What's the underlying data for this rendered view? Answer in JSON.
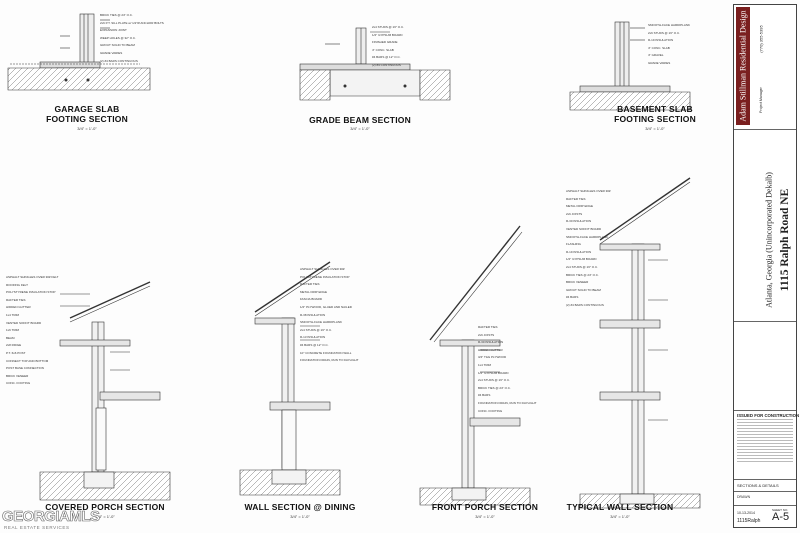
{
  "sections": [
    {
      "id": "garage",
      "title_line1": "GARAGE SLAB",
      "title_line2": "FOOTING SECTION",
      "scale": "3/4\" = 1'-0\""
    },
    {
      "id": "grade",
      "title_line1": "GRADE BEAM SECTION",
      "title_line2": "",
      "scale": "3/4\" = 1'-0\""
    },
    {
      "id": "basement",
      "title_line1": "BASEMENT SLAB",
      "title_line2": "FOOTING SECTION",
      "scale": "3/4\" = 1'-0\""
    },
    {
      "id": "covered",
      "title_line1": "COVERED PORCH SECTION",
      "title_line2": "",
      "scale": "3/4\" = 1'-0\""
    },
    {
      "id": "wall",
      "title_line1": "WALL SECTION @ DINING",
      "title_line2": "",
      "scale": "3/4\" = 1'-0\""
    },
    {
      "id": "front",
      "title_line1": "FRONT PORCH SECTION",
      "title_line2": "",
      "scale": "3/4\" = 1'-0\""
    },
    {
      "id": "typical",
      "title_line1": "TYPICAL WALL SECTION",
      "title_line2": "",
      "scale": "3/4\" = 1'-0\""
    }
  ],
  "notes": {
    "garage": [
      "BRICK TIES @ 24\" O.C.",
      "2x6 P.T. SILL PLATE w/ 1/2\"Ø ANCHOR BOLTS",
      "EXPANSION JOINT",
      "WEEP HOLES @ 32\" O.C.",
      "GROUT SOLID TO BEAM",
      "GRADE VARIES",
      "(2) #4 BARS CONTINUOUS"
    ],
    "grade": [
      "2x4 STUDS @ 16\" O.C.",
      "1/2\" GYPSUM BOARD",
      "FINISHED GRADE",
      "4\" CONC. SLAB",
      "#4 BARS @ 12\" O.C.",
      "(2) #4 CONTINUOUS"
    ],
    "basement": [
      "SMOOTH-FACE HARDIPLANK",
      "2x6 STUDS @ 16\" O.C.",
      "R-19 INSULATION",
      "4\" CONC. SLAB",
      "4\" GRAVEL",
      "GRADE VARIES"
    ],
    "covered": [
      "ASPHALT SHINGLES OVER 30# FELT",
      "ROOFING FELT",
      "POLYSTYRENE INSULATION STOP",
      "RAFTER TIES",
      "HIDDEN GUTTER",
      "1x4 TRIM",
      "VENTED SOFFIT BOARD",
      "1x6 TRIM",
      "BEAM",
      "2x8 RIDGE",
      "P.T. 6x6 POST",
      "CONNECT TOP AND BOTTOM",
      "POST BASE CONNECTION",
      "BRICK VENEER",
      "CONC. FOOTING"
    ],
    "wall": [
      "ASPHALT SHINGLES OVER 30#",
      "POLYSTYRENE INSULATION STOP",
      "RAFTER TIES",
      "METAL DRIP EDGE",
      "FASCIA BOARD",
      "1/2\" PLYWOOD, GLUED AND NAILED",
      "R-38 INSULATION",
      "SMOOTH-FACE HARDIPLANK",
      "2x4 STUDS @ 16\" O.C.",
      "R-13 INSULATION",
      "#4 BARS @ 12\" O.C.",
      "10\" CONCRETE FOUNDATION WALL",
      "FOUNDATION DRAIN, RUN TO DAYLIGHT"
    ],
    "front": [
      "RAFTER TIES",
      "2x6 JOISTS",
      "R-30 INSULATION",
      "HIDDEN GUTTER",
      "3/4\" T&G PLYWOOD",
      "1x4 TRIM",
      "1/2\" GYPSUM BOARD",
      "2x4 STUDS @ 16\" O.C.",
      "BRICK TIES @ 24\" O.C.",
      "#4 BARS",
      "FOUNDATION DRAIN, RUN TO DAYLIGHT",
      "CONC. FOOTING"
    ],
    "typical": [
      "ASPHALT SHINGLES OVER 30#",
      "RAFTER TIES",
      "METAL DRIP EDGE",
      "2x6 JOISTS",
      "R-30 INSULATION",
      "VENTED SOFFIT BOARD",
      "SMOOTH-FACE HARDIPLANK",
      "FLASHING",
      "R-19 INSULATION",
      "1/2\" GYPSUM BOARD",
      "2x4 STUDS @ 16\" O.C.",
      "BRICK TIES @ 24\" O.C.",
      "BRICK VENEER",
      "GROUT SOLID TO BEAM",
      "#4 BARS",
      "(2) #4 BARS CONTINUOUS"
    ]
  },
  "title_block": {
    "logo_text": "Adam Stillman Residential Design",
    "phone": "(770) 355-5395",
    "logo_info": "Project Manager",
    "address_line1": "1115 Ralph Road NE",
    "address_line2": "Atlanta, Georgia  (Unincorporated Dekalb)",
    "nfc_label": "ISSUED FOR CONSTRUCTION",
    "sheet_title": "SECTIONS & DETAILS",
    "row_label": "DRAWN",
    "date": "10-13-2014",
    "sheet_label": "SHEET NO.",
    "sheet_number": "A-5",
    "plan_name": "1115Ralph"
  },
  "watermark": {
    "main": "GEORGIAMLS",
    "sub": "REAL ESTATE SERVICES"
  }
}
